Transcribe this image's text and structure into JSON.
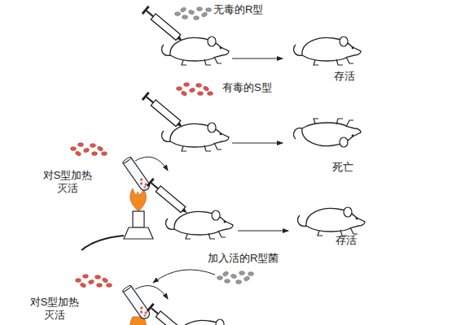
{
  "diagram": {
    "labels": [
      "无毒的R型",
      "存活",
      "有毒的S型",
      "死亡",
      "对S型加热灭活",
      "存活",
      "加入活的R型菌",
      "对S型加热灭活"
    ]
  }
}
